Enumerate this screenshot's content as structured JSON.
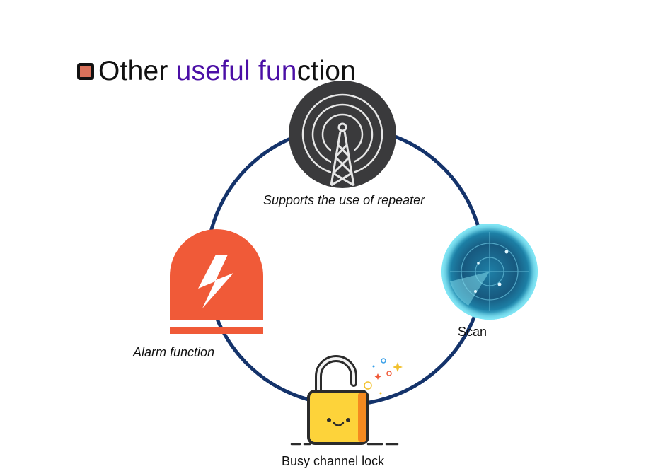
{
  "heading": {
    "parts": [
      {
        "text": "Other ",
        "color": "#111111"
      },
      {
        "text": "useful fun",
        "color": "#4b0fa6"
      },
      {
        "text": "ction",
        "color": "#111111"
      }
    ],
    "bullet_color": "#d9715a"
  },
  "ring_color": "#14336b",
  "features": {
    "repeater": {
      "label": "Supports the use of repeater",
      "icon": "radio-tower-icon"
    },
    "scan": {
      "label": "Scan",
      "icon": "radar-icon"
    },
    "alarm": {
      "label": "Alarm function",
      "icon": "alarm-siren-icon"
    },
    "busy": {
      "label": "Busy channel lock",
      "icon": "padlock-icon"
    }
  }
}
